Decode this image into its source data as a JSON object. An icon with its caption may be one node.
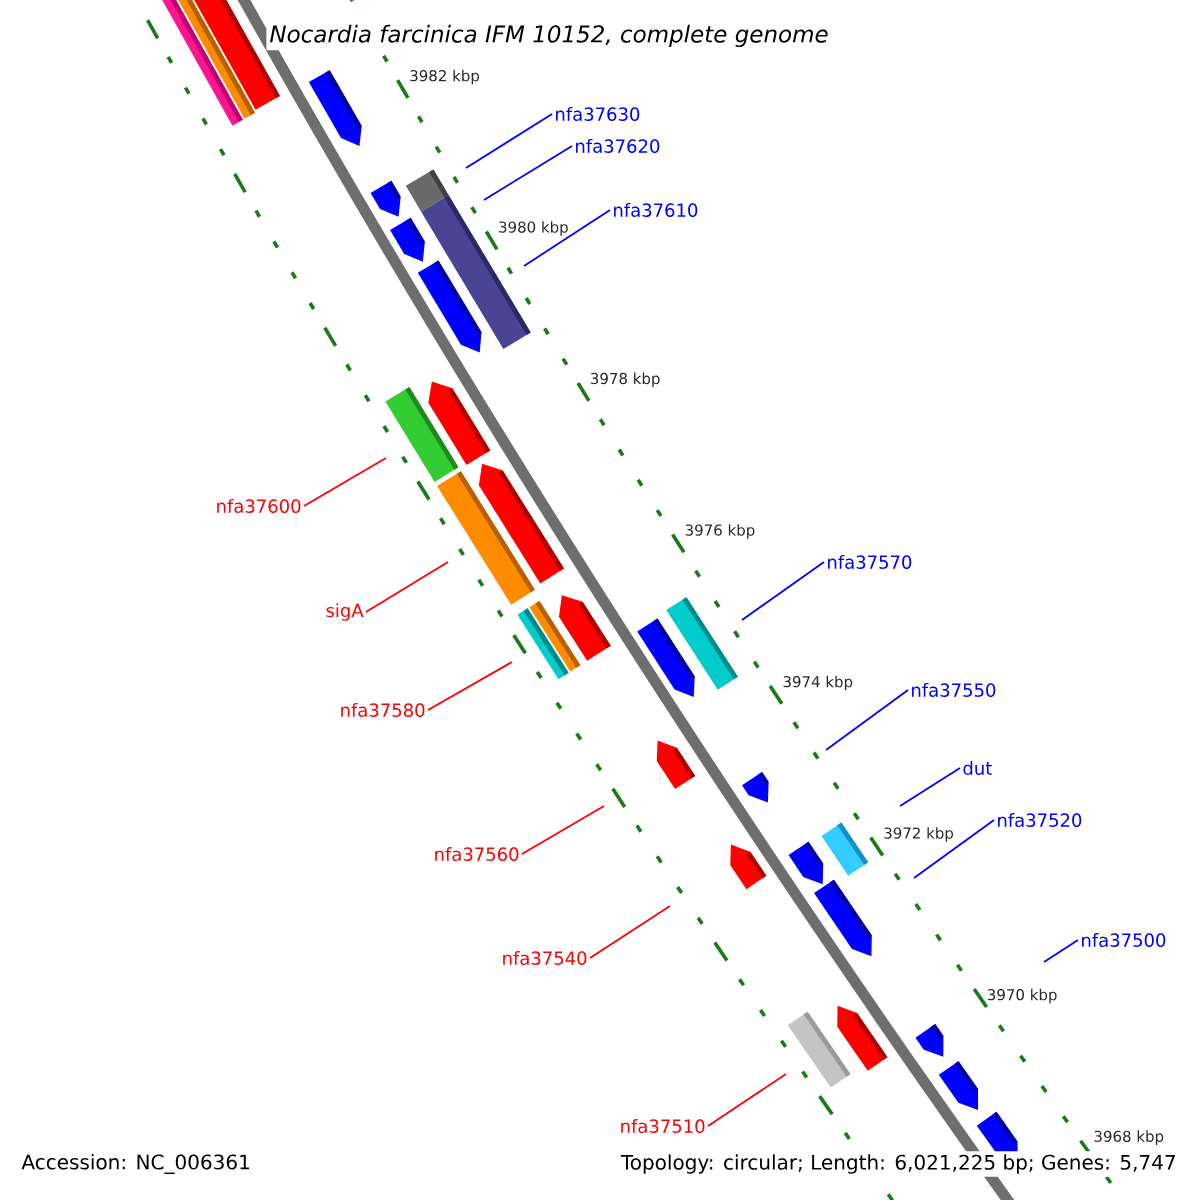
{
  "diagram": {
    "title": "Nocardia farcinica IFM 10152, complete genome",
    "nodes": [
      {
        "text": [
          "nfa37630"
        ]
      },
      {
        "text": [
          "nfa37620"
        ]
      },
      {
        "text": [
          "nfa37610"
        ]
      },
      {
        "text": [
          "nfa37600"
        ]
      },
      {
        "text": [
          "nfa37570"
        ]
      },
      {
        "text": [
          "sigA"
        ]
      },
      {
        "text": [
          "nfa37550"
        ]
      },
      {
        "text": [
          "nfa37580"
        ]
      },
      {
        "text": [
          "dut"
        ]
      },
      {
        "text": [
          "nfa37520"
        ]
      },
      {
        "text": [
          "nfa37560"
        ]
      },
      {
        "text": [
          "nfa37500"
        ]
      },
      {
        "text": [
          "nfa37540"
        ]
      },
      {
        "text": [
          "nfa37510"
        ]
      }
    ],
    "edges": [
      {
        "from": 0,
        "to": null,
        "arrow": "none"
      },
      {
        "from": 1,
        "to": null,
        "arrow": "none"
      },
      {
        "from": 2,
        "to": null,
        "arrow": "none"
      },
      {
        "from": 3,
        "to": null,
        "arrow": "none",
        "color": "#ff0000"
      },
      {
        "from": 4,
        "to": null,
        "arrow": "none"
      },
      {
        "from": 5,
        "to": null,
        "arrow": "none",
        "color": "#ff0000"
      },
      {
        "from": 6,
        "to": null,
        "arrow": "none"
      },
      {
        "from": 7,
        "to": null,
        "arrow": "none",
        "color": "#ff0000"
      },
      {
        "from": 8,
        "to": null,
        "arrow": "none"
      },
      {
        "from": 9,
        "to": null,
        "arrow": "none"
      },
      {
        "from": 10,
        "to": null,
        "arrow": "none",
        "color": "#ff0000"
      },
      {
        "from": 11,
        "to": null,
        "arrow": "none"
      },
      {
        "from": 12,
        "to": null,
        "arrow": "none",
        "color": "#ff0000"
      },
      {
        "from": 13,
        "to": null,
        "arrow": "none",
        "color": "#ff0000"
      }
    ],
    "labels": [
      "3982 kbp",
      "3980 kbp",
      "3978 kbp",
      "3976 kbp",
      "3974 kbp",
      "3972 kbp",
      "3970 kbp",
      "3968 kbp",
      "Accession: NC_006361",
      "Topology: circular; Length: 6,021,225 bp; Genes: 5,747"
    ]
  }
}
